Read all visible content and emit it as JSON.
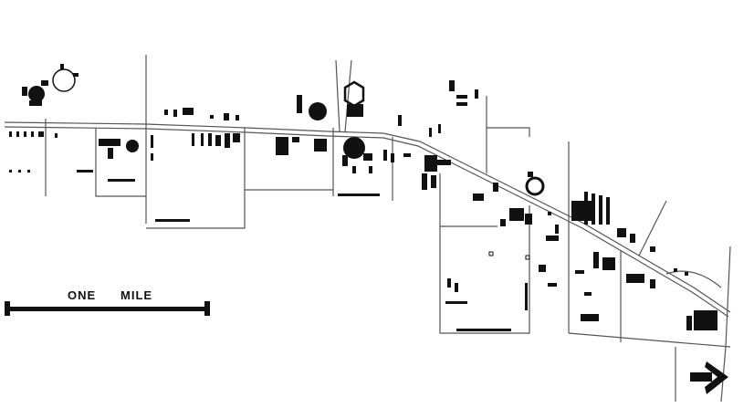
{
  "map": {
    "scale_bar": {
      "word_one": "ONE",
      "word_mile": "MILE",
      "length_miles": 1
    },
    "north_arrow": {
      "icon": "arrow-right-icon"
    },
    "colors": {
      "background": "#ffffff",
      "ink": "#111111",
      "road_line": "#555555"
    }
  }
}
